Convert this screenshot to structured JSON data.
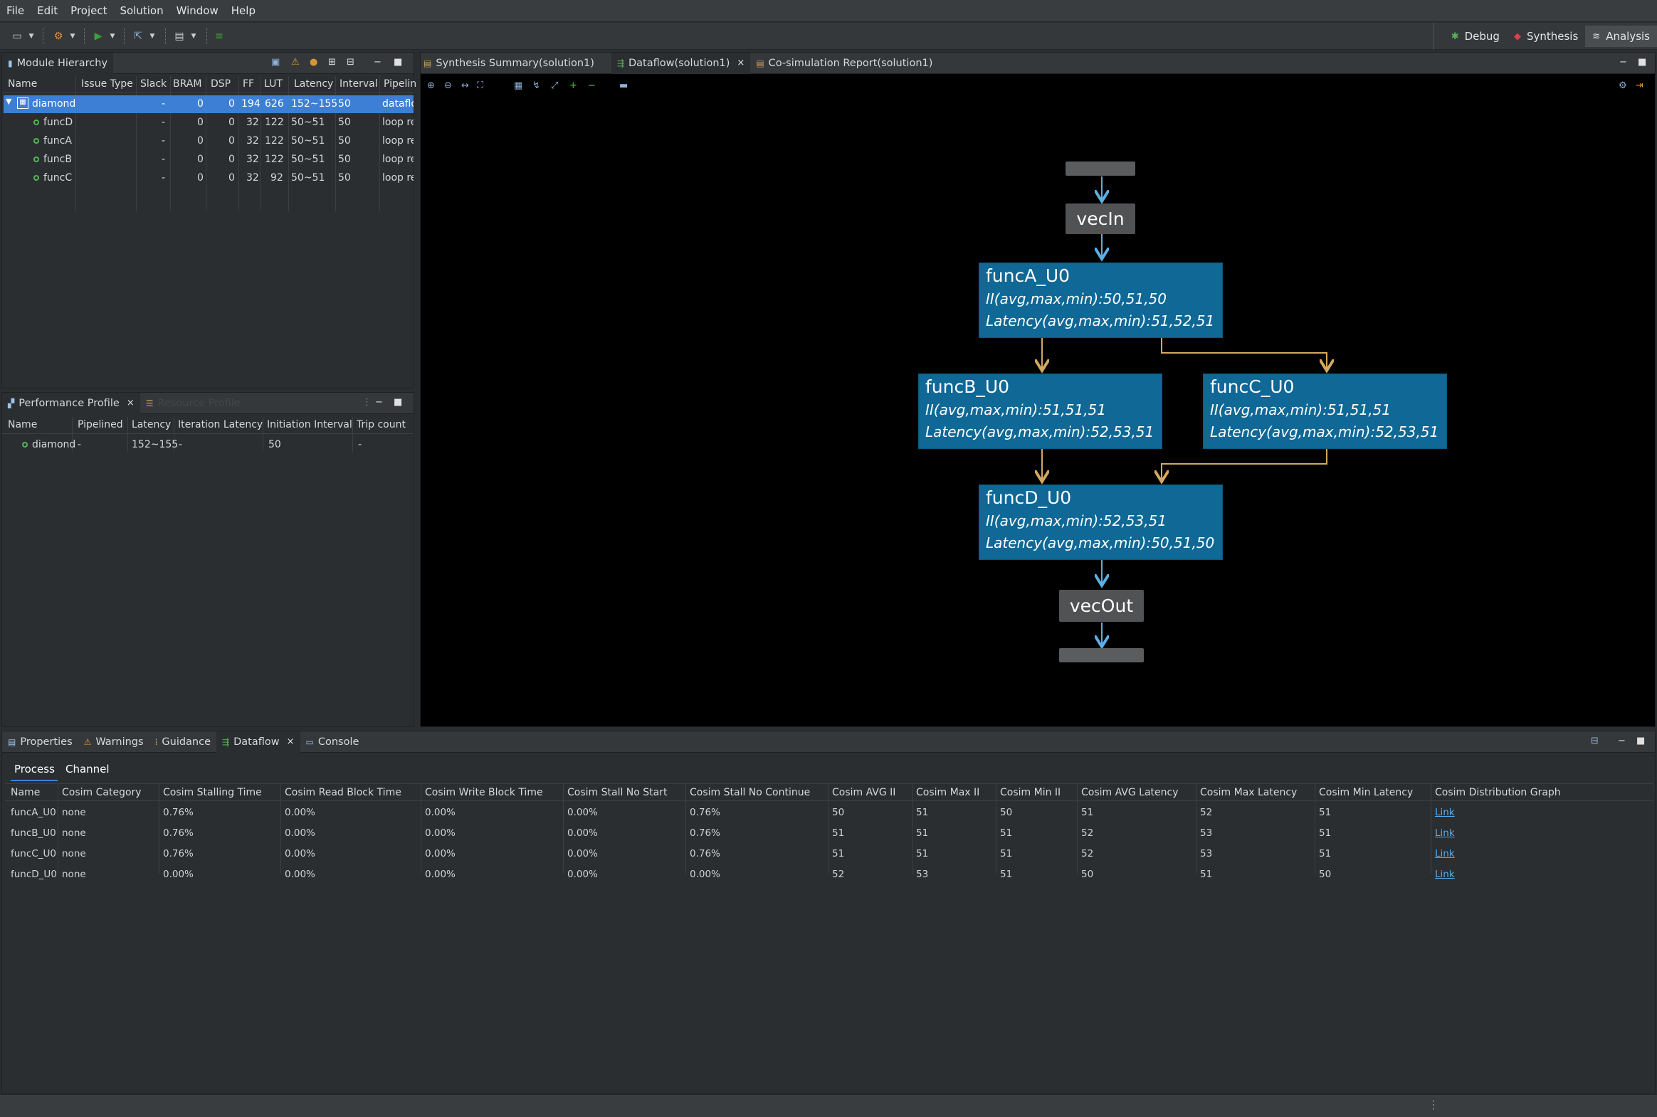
{
  "menu": [
    "File",
    "Edit",
    "Project",
    "Solution",
    "Window",
    "Help"
  ],
  "perspectives": [
    {
      "label": "Debug",
      "icon": "debug-icon"
    },
    {
      "label": "Synthesis",
      "icon": "synthesis-icon"
    },
    {
      "label": "Analysis",
      "icon": "analysis-icon",
      "active": true
    }
  ],
  "module_hierarchy": {
    "tab_label": "Module Hierarchy",
    "columns": [
      "Name",
      "Issue Type",
      "Slack",
      "BRAM",
      "DSP",
      "FF",
      "LUT",
      "Latency",
      "Interval",
      "Pipelin"
    ],
    "rows": [
      {
        "name": "diamond",
        "issue": "",
        "slack": "-",
        "bram": "0",
        "dsp": "0",
        "ff": "194",
        "lut": "626",
        "latency": "152~155",
        "interval": "50",
        "pipeline": "dataflo",
        "selected": true
      },
      {
        "name": "funcD",
        "issue": "",
        "slack": "-",
        "bram": "0",
        "dsp": "0",
        "ff": "32",
        "lut": "122",
        "latency": "50~51",
        "interval": "50",
        "pipeline": "loop re"
      },
      {
        "name": "funcA",
        "issue": "",
        "slack": "-",
        "bram": "0",
        "dsp": "0",
        "ff": "32",
        "lut": "122",
        "latency": "50~51",
        "interval": "50",
        "pipeline": "loop re"
      },
      {
        "name": "funcB",
        "issue": "",
        "slack": "-",
        "bram": "0",
        "dsp": "0",
        "ff": "32",
        "lut": "122",
        "latency": "50~51",
        "interval": "50",
        "pipeline": "loop re"
      },
      {
        "name": "funcC",
        "issue": "",
        "slack": "-",
        "bram": "0",
        "dsp": "0",
        "ff": "32",
        "lut": "92",
        "latency": "50~51",
        "interval": "50",
        "pipeline": "loop re"
      }
    ]
  },
  "performance_profile": {
    "tab_label": "Performance Profile",
    "tab2_label": "Resource Profile",
    "columns": [
      "Name",
      "Pipelined",
      "Latency",
      "Iteration Latency",
      "Initiation Interval",
      "Trip count"
    ],
    "rows": [
      {
        "name": "diamond",
        "pipelined": "-",
        "latency": "152~155",
        "iteration_latency": "-",
        "initiation_interval": "50",
        "trip_count": "-"
      }
    ]
  },
  "editor_tabs": [
    {
      "label": "Synthesis Summary(solution1)"
    },
    {
      "label": "Dataflow(solution1)",
      "active": true,
      "close": "×"
    },
    {
      "label": "Co-simulation Report(solution1)"
    }
  ],
  "graph": {
    "nodes": {
      "vecin": "vecIn",
      "vecout": "vecOut",
      "funcA": {
        "title": "funcA_U0",
        "ii": "II(avg,max,min):50,51,50",
        "lat": "Latency(avg,max,min):51,52,51"
      },
      "funcB": {
        "title": "funcB_U0",
        "ii": "II(avg,max,min):51,51,51",
        "lat": "Latency(avg,max,min):52,53,51"
      },
      "funcC": {
        "title": "funcC_U0",
        "ii": "II(avg,max,min):51,51,51",
        "lat": "Latency(avg,max,min):52,53,51"
      },
      "funcD": {
        "title": "funcD_U0",
        "ii": "II(avg,max,min):52,53,51",
        "lat": "Latency(avg,max,min):50,51,50"
      }
    }
  },
  "bottom_tabs": [
    {
      "label": "Properties"
    },
    {
      "label": "Warnings"
    },
    {
      "label": "Guidance"
    },
    {
      "label": "Dataflow",
      "active": true,
      "close": "×"
    },
    {
      "label": "Console"
    }
  ],
  "sub_tabs": [
    "Process",
    "Channel"
  ],
  "process_table": {
    "columns": [
      "Name",
      "Cosim Category",
      "Cosim Stalling Time",
      "Cosim Read Block Time",
      "Cosim Write Block Time",
      "Cosim Stall No Start",
      "Cosim Stall No Continue",
      "Cosim AVG II",
      "Cosim Max II",
      "Cosim Min II",
      "Cosim AVG Latency",
      "Cosim Max Latency",
      "Cosim Min Latency",
      "Cosim Distribution Graph"
    ],
    "rows": [
      [
        "funcA_U0",
        "none",
        "0.76%",
        "0.00%",
        "0.00%",
        "0.00%",
        "0.76%",
        "50",
        "51",
        "50",
        "51",
        "52",
        "51",
        "Link"
      ],
      [
        "funcB_U0",
        "none",
        "0.76%",
        "0.00%",
        "0.00%",
        "0.00%",
        "0.76%",
        "51",
        "51",
        "51",
        "52",
        "53",
        "51",
        "Link"
      ],
      [
        "funcC_U0",
        "none",
        "0.76%",
        "0.00%",
        "0.00%",
        "0.00%",
        "0.76%",
        "51",
        "51",
        "51",
        "52",
        "53",
        "51",
        "Link"
      ],
      [
        "funcD_U0",
        "none",
        "0.00%",
        "0.00%",
        "0.00%",
        "0.00%",
        "0.00%",
        "52",
        "53",
        "51",
        "50",
        "51",
        "50",
        "Link"
      ]
    ]
  }
}
